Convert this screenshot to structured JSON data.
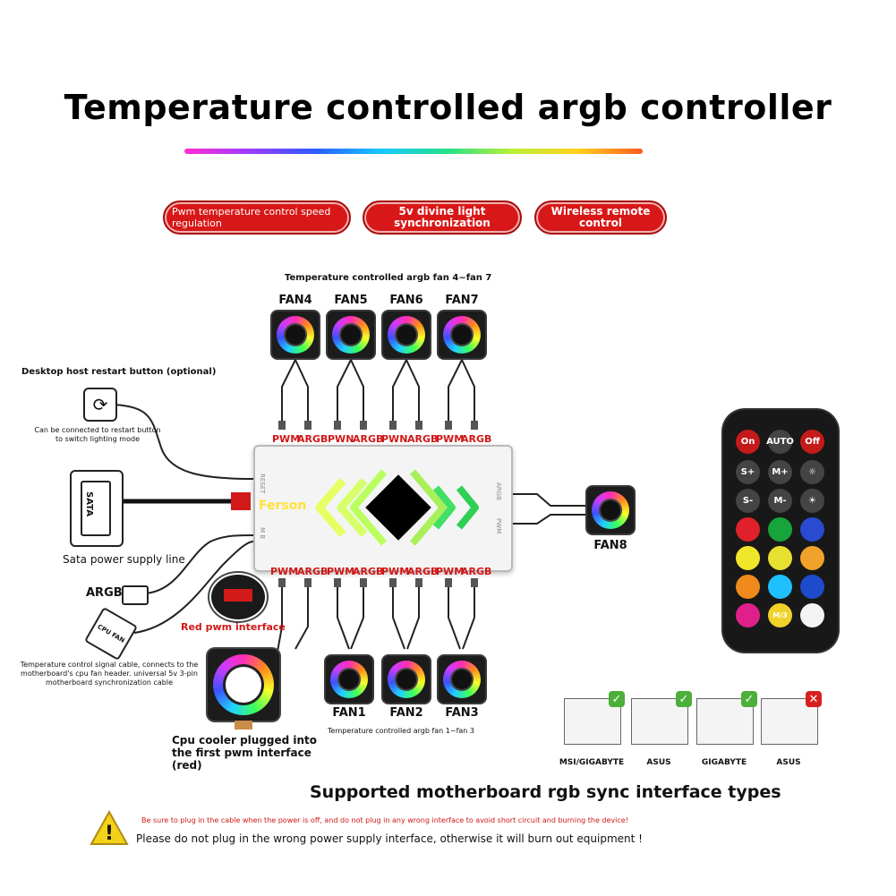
{
  "title": "Temperature controlled argb controller",
  "features": [
    "Pwm temperature control speed regulation",
    "5v divine light synchronization",
    "Wireless remote control"
  ],
  "top_caption": "Temperature controlled argb fan 4~fan 7",
  "bottom_caption": "Temperature controlled argb fan 1~fan 3",
  "fans_top": [
    "FAN4",
    "FAN5",
    "FAN6",
    "FAN7"
  ],
  "fans_bottom": [
    "FAN1",
    "FAN2",
    "FAN3"
  ],
  "fan8": "FAN8",
  "port_labels": {
    "pwm": "PWM",
    "pwn": "PWN",
    "argb": "ARGB"
  },
  "hub": {
    "brand": "Ferson",
    "reset": "RESET",
    "argb_side": "ARGB",
    "mb": "M B",
    "pwm_side": "PWM"
  },
  "restart_label": "Desktop host restart button (optional)",
  "restart_note": "Can be connected to restart button to switch lighting mode",
  "sata_label": "SATA",
  "sata_caption": "Sata power supply line",
  "argb_label": "ARGB",
  "cpufan_label": "CPU FAN",
  "red_pwm_label": "Red pwm interface",
  "signal_note": "Temperature control signal cable, connects to the motherboard's cpu fan header. universal 5v 3-pin motherboard synchronization cable",
  "cpu_caption": "Cpu cooler plugged into the first pwm interface (red)",
  "remote": {
    "row1": [
      "On",
      "AUTO",
      "Off"
    ],
    "row2": [
      "S+",
      "M+",
      ""
    ],
    "row3": [
      "S-",
      "M-",
      ""
    ],
    "last_mid": "M/3"
  },
  "sync_types": [
    {
      "name": "MSI/GIGABYTE",
      "ok": true
    },
    {
      "name": "ASUS",
      "ok": true
    },
    {
      "name": "GIGABYTE",
      "ok": true
    },
    {
      "name": "ASUS",
      "ok": false
    }
  ],
  "sync_caption": "Supported motherboard rgb sync interface types",
  "warning_red": "Be sure to plug in the cable when the power is off, and do not plug in any wrong interface to avoid short circuit and burning the device!",
  "warning_black": "Please do not plug in the wrong power supply interface, otherwise it will burn out equipment !",
  "colors": {
    "accent_red": "#d81818",
    "check_green": "#4caf3a",
    "cross_red": "#d62020"
  }
}
